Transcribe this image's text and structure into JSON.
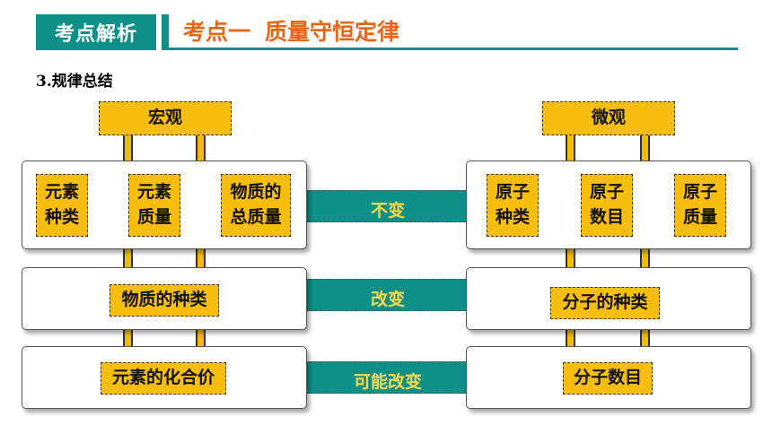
{
  "header": {
    "tag": "考点解析",
    "point": "考点一",
    "topic": "质量守恒定律"
  },
  "section": "3.规律总结",
  "macro": {
    "title": "宏观",
    "row1": [
      {
        "line1": "元素",
        "line2": "种类"
      },
      {
        "line1": "元素",
        "line2": "质量"
      },
      {
        "line1": "物质的",
        "line2": "总质量"
      }
    ],
    "row2": "物质的种类",
    "row3": "元素的化合价"
  },
  "micro": {
    "title": "微观",
    "row1": [
      {
        "line1": "原子",
        "line2": "种类"
      },
      {
        "line1": "原子",
        "line2": "数目"
      },
      {
        "line1": "原子",
        "line2": "质量"
      }
    ],
    "row2": "分子的种类",
    "row3": "分子数目"
  },
  "relations": [
    "不变",
    "改变",
    "可能改变"
  ],
  "colors": {
    "teal": "#0e8f88",
    "orange": "#e2691c",
    "yellow": "#f7be0f",
    "label_yellow": "#ffd84a"
  }
}
